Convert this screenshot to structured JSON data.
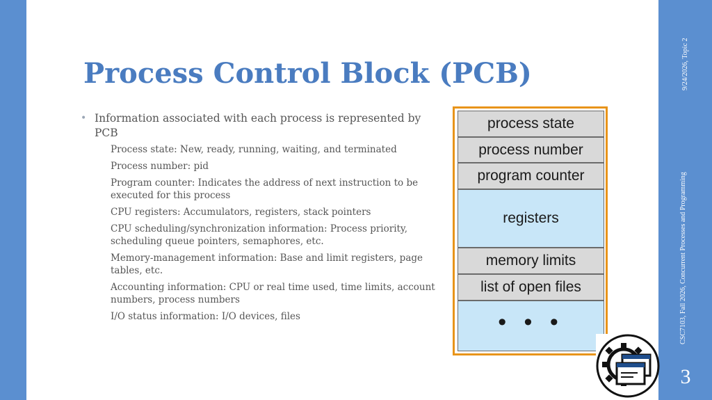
{
  "slide": {
    "title": "Process Control Block (PCB)",
    "date": "9/24/2026, Topic 2",
    "course": "CSC7103, Fall 2026, Concurrent Processes and Programming",
    "slide_number": "3"
  },
  "bullets": {
    "main": "Information associated with each process is represented by PCB",
    "main_marker": "•",
    "sub_marker": "",
    "items": [
      "Process state: New, ready, running, waiting, and terminated",
      "Process number: pid",
      "Program counter: Indicates the address of next instruction to be executed for this process",
      "CPU registers: Accumulators, registers, stack pointers",
      "CPU scheduling/synchronization information: Process priority, scheduling queue pointers, semaphores, etc.",
      "Memory-management information: Base and limit registers, page tables, etc.",
      "Accounting information: CPU or real time used, time limits, account numbers, process numbers",
      "I/O status information: I/O devices, files"
    ]
  },
  "pcb_diagram": {
    "cells": [
      "process state",
      "process number",
      "program counter",
      "registers",
      "memory limits",
      "list of open files",
      "• • •"
    ]
  },
  "colors": {
    "accent": "#5b8fd0",
    "title": "#4a7cc0",
    "border": "#e8941a",
    "cell_gray": "#d9d9d9",
    "cell_blue": "#c8e6f8"
  },
  "icons": {
    "logo": "gear-windows-icon"
  }
}
